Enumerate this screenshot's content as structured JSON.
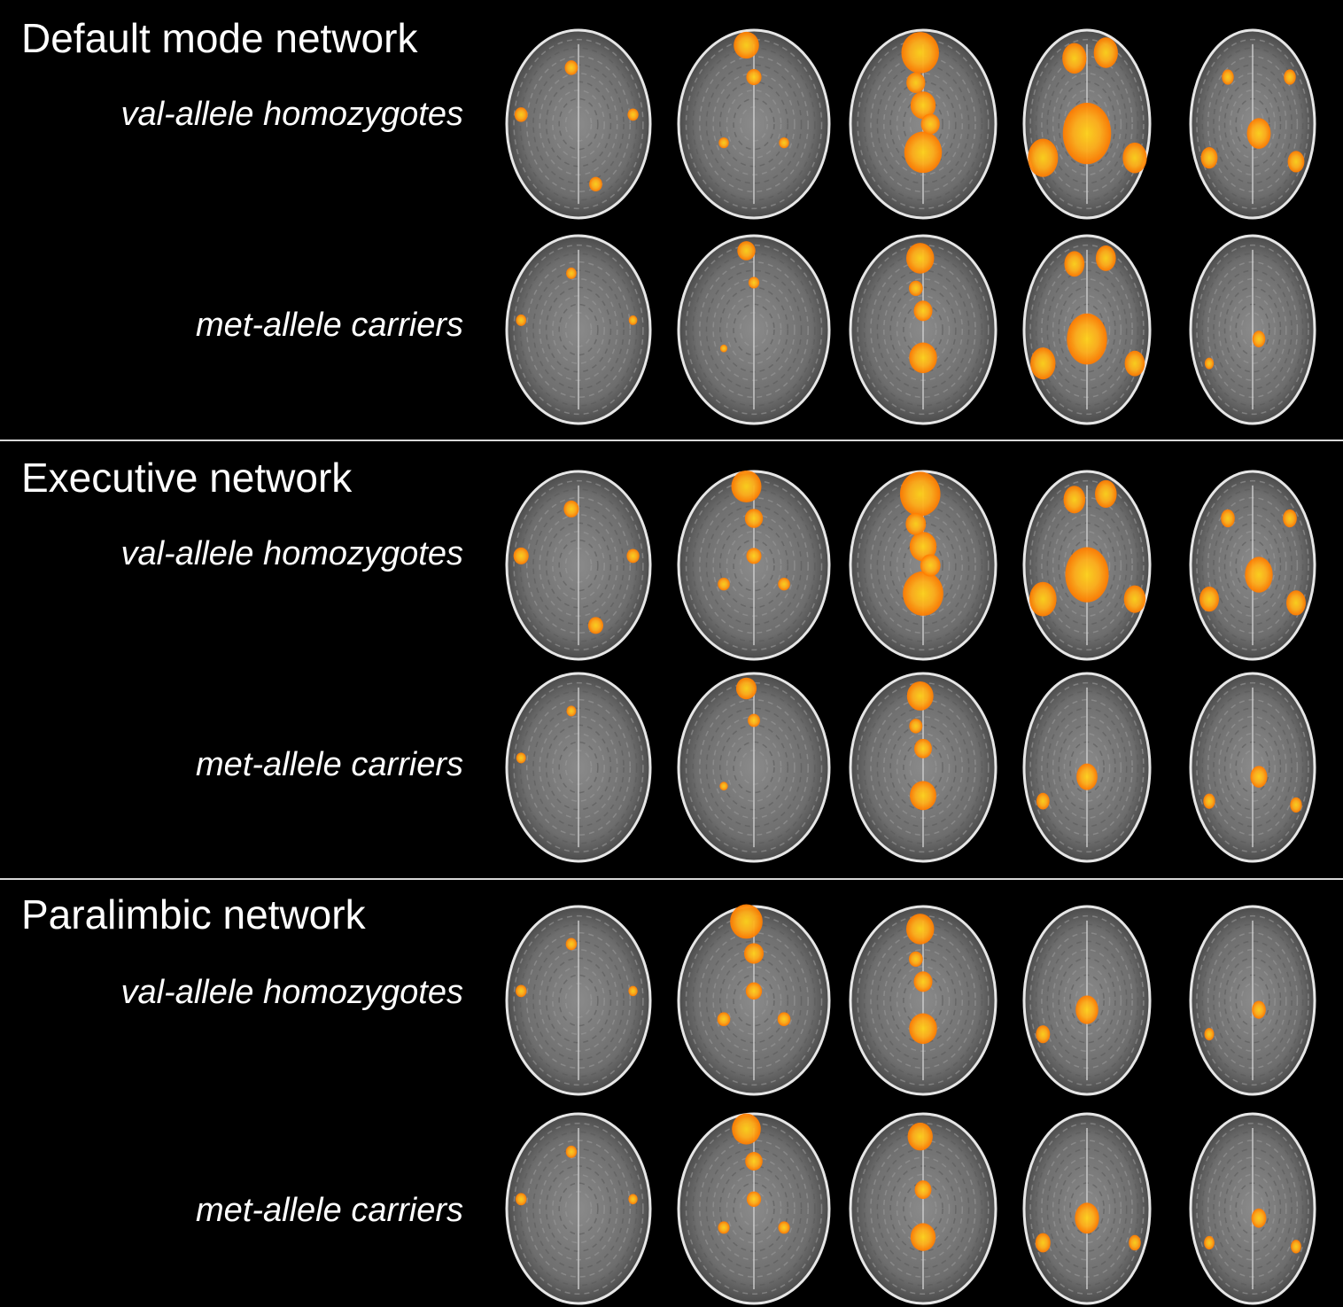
{
  "colors": {
    "background": "#000000",
    "text": "#ffffff",
    "divider": "#d8d8d8",
    "activation_core": "#ffd21a",
    "activation_mid": "#ffae1a",
    "activation_edge": "#ff7a00"
  },
  "sections": [
    {
      "title": "Default mode network",
      "groups": [
        {
          "label": "val-allele homozygotes",
          "intensity": [
            0.45,
            0.55,
            0.85,
            1.0,
            0.7
          ]
        },
        {
          "label": "met-allele carriers",
          "intensity": [
            0.25,
            0.25,
            0.5,
            0.75,
            0.15
          ]
        }
      ]
    },
    {
      "title": "Executive network",
      "groups": [
        {
          "label": "val-allele homozygotes",
          "intensity": [
            0.6,
            0.75,
            0.95,
            0.85,
            0.9
          ]
        },
        {
          "label": "met-allele carriers",
          "intensity": [
            0.2,
            0.35,
            0.45,
            0.15,
            0.35
          ]
        }
      ]
    },
    {
      "title": "Paralimbic network",
      "groups": [
        {
          "label": "val-allele homozygotes",
          "intensity": [
            0.3,
            0.85,
            0.5,
            0.2,
            0.2
          ]
        },
        {
          "label": "met-allele carriers",
          "intensity": [
            0.3,
            0.7,
            0.4,
            0.25,
            0.25
          ]
        }
      ]
    }
  ]
}
